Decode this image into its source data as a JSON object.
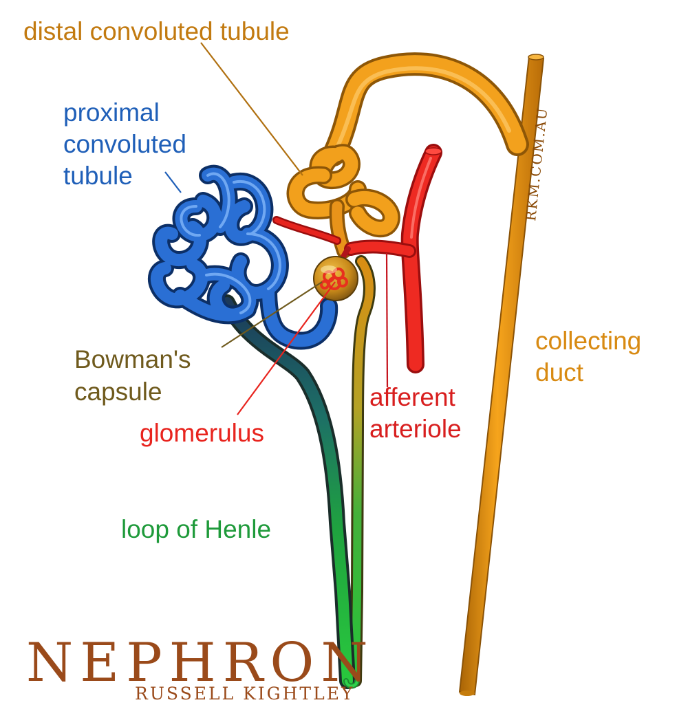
{
  "labels": {
    "distal": "distal convoluted tubule",
    "proximal": [
      "proximal",
      "convoluted",
      "tubule"
    ],
    "bowman": [
      "Bowman's",
      "capsule"
    ],
    "glomerulus": "glomerulus",
    "afferent": [
      "afferent",
      "arteriole"
    ],
    "collecting": [
      "collecting",
      "duct"
    ],
    "henle": "loop of Henle"
  },
  "logo": {
    "title": "NEPHRON",
    "author": "RUSSELL KIGHTLEY"
  },
  "watermark": "RKM.COM.AU",
  "colors": {
    "distal": "#c27a10",
    "proximal": "#1f5fb8",
    "bowman": "#6f5a1d",
    "glomerulus": "#e8241e",
    "afferent": "#d81e1e",
    "collecting": "#d88a12",
    "henle": "#1e9a3a",
    "logo": "#9a4a1a"
  }
}
